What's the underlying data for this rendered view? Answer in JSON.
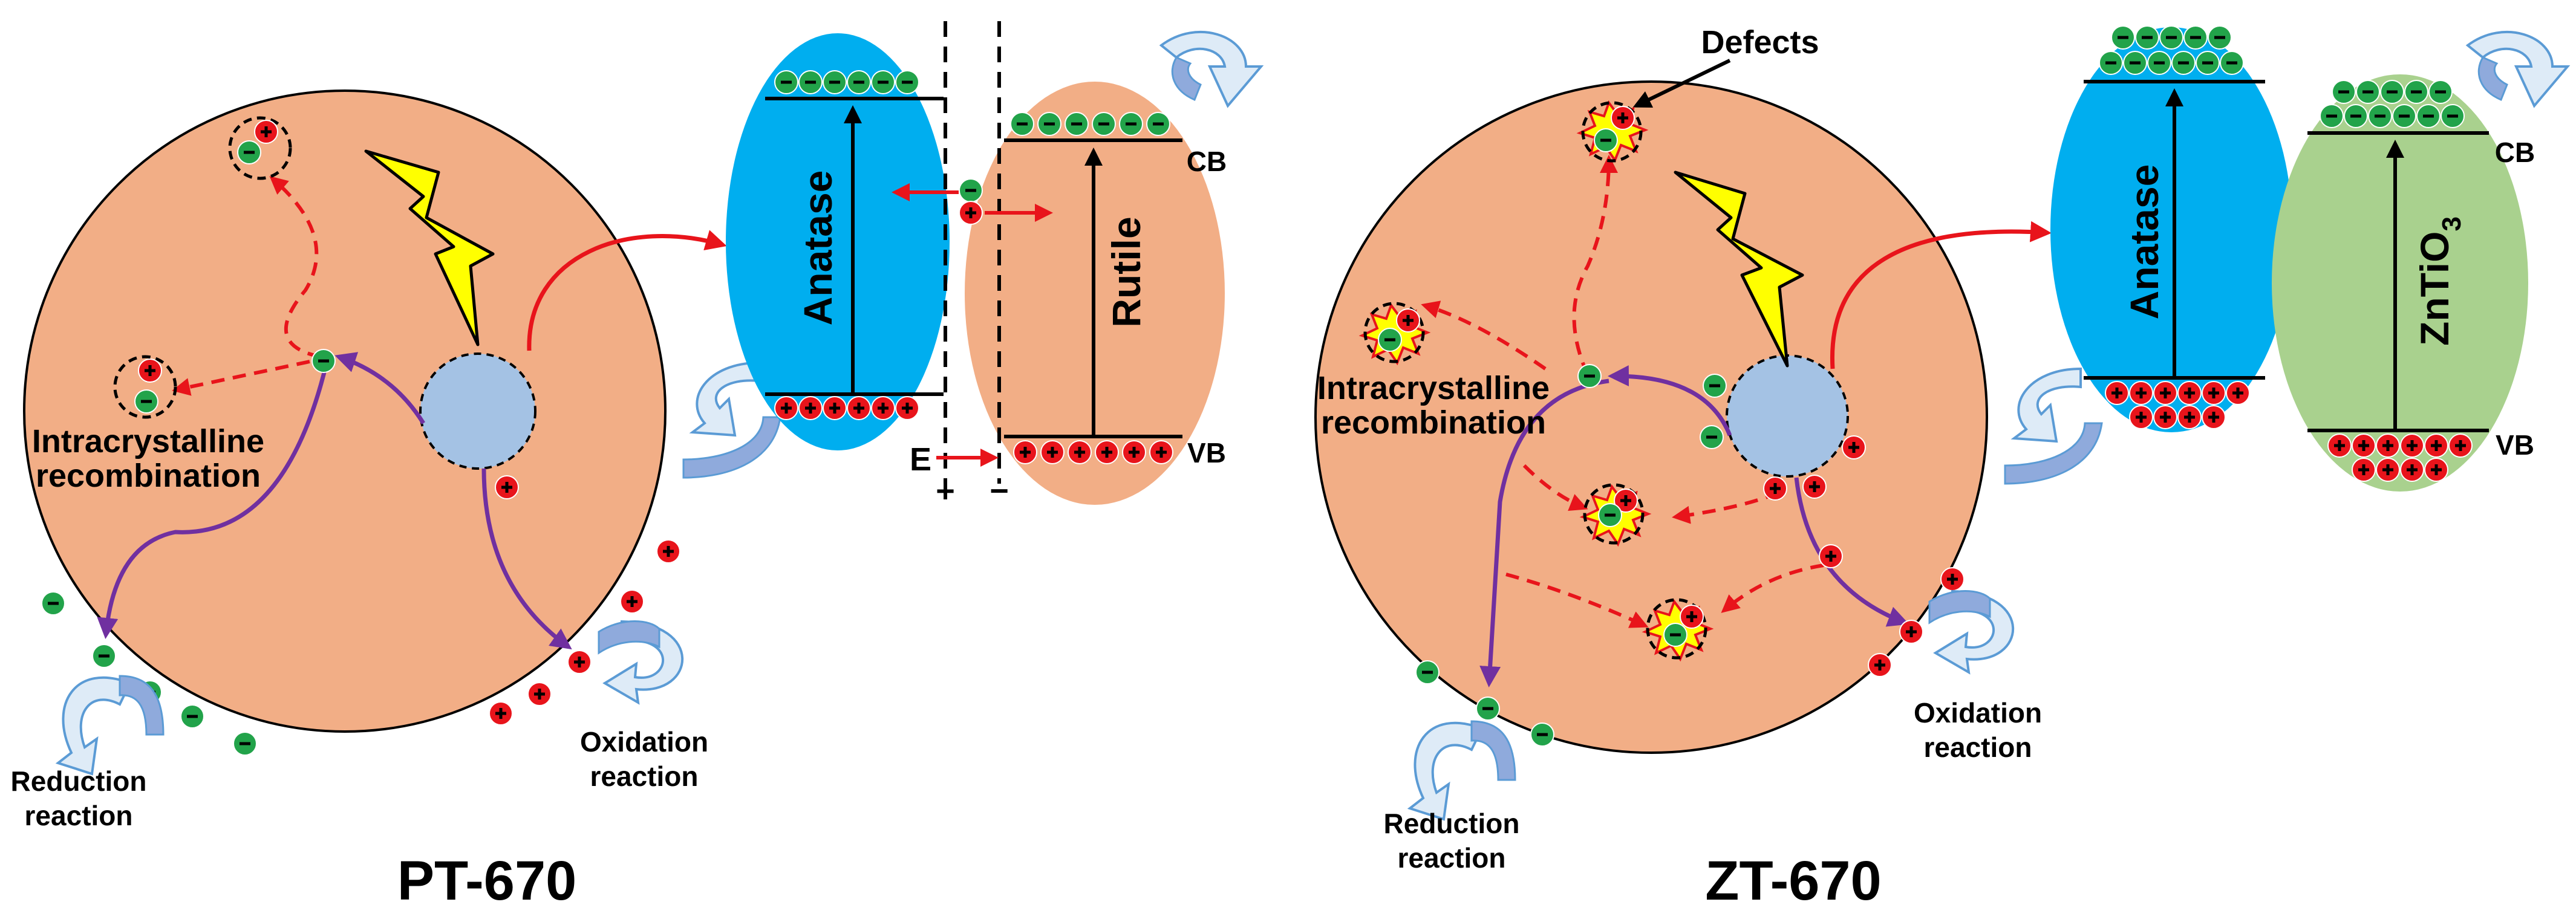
{
  "colors": {
    "particle": "#F2AE86",
    "core": "#A4C2E4",
    "anatase": "#00AEEF",
    "rutile": "#F2AE86",
    "zntio3": "#A9D18E",
    "electron": "#22A34A",
    "hole": "#E8141B",
    "bolt": "#FFFF00",
    "transfer_arrow": "#E8141B",
    "path_arrow": "#7030A0",
    "reaction_arrow": "#9DC3E6"
  },
  "symbols": {
    "electron": "−",
    "hole": "+"
  },
  "panels": {
    "left": {
      "title": "PT-670",
      "phase_1": "Anatase",
      "phase_2": "Rutile",
      "cb_label": "CB",
      "vb_label": "VB",
      "field_label": "E",
      "plus_sign": "+",
      "minus_sign": "−",
      "recombination": [
        "Intracrystalline",
        "recombination"
      ],
      "reduction": [
        "Reduction",
        "reaction"
      ],
      "oxidation": [
        "Oxidation",
        "reaction"
      ]
    },
    "right": {
      "title": "ZT-670",
      "defects_label": "Defects",
      "phase_1": "Anatase",
      "phase_2_main": "ZnTiO",
      "phase_2_sub": "3",
      "cb_label": "CB",
      "vb_label": "VB",
      "recombination": [
        "Intracrystalline",
        "recombination"
      ],
      "reduction": [
        "Reduction",
        "reaction"
      ],
      "oxidation": [
        "Oxidation",
        "reaction"
      ]
    }
  }
}
